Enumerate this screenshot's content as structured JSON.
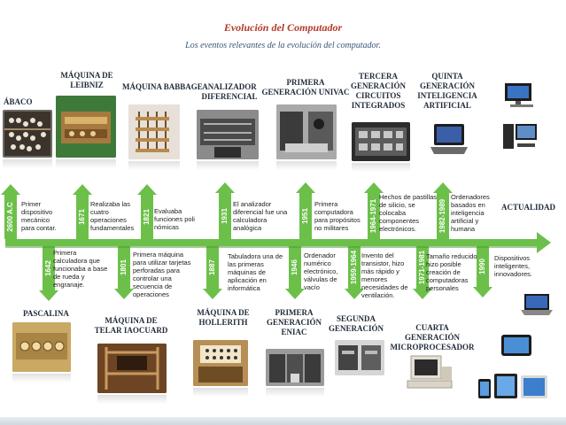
{
  "header": {
    "title": "Evolución del Computador",
    "subtitle": "Los eventos relevantes de la evolución del computador."
  },
  "colors": {
    "accent": "#6cc04a",
    "accent_dark": "#4a9a30",
    "title": "#b33a2a",
    "subtitle": "#3a5676"
  },
  "top_items": [
    {
      "heading": "ÁBACO",
      "year": "2600 A.C",
      "desc": "Primer dispositivo mecánico para contar."
    },
    {
      "heading": "MÁQUINA DE LEIBNIZ",
      "year": "1671",
      "desc": "Realizaba las cuatro operaciones fundamentales"
    },
    {
      "heading": "MÁQUINA BABBAGE",
      "year": "1821",
      "desc": "Evaluaba funciones poli nómicas"
    },
    {
      "heading": "ANALIZADOR DIFERENCIAL",
      "year": "1931",
      "desc": "El analizador diferencial fue una calculadora analógica"
    },
    {
      "heading": "PRIMERA GENERACIÓN UNIVAC",
      "year": "1951",
      "desc": "Primera computadora para propósitos no militares"
    },
    {
      "heading": "TERCERA GENERACIÓN CIRCUITOS INTEGRADOS",
      "year": "1964-1971",
      "desc": "Hechos de pastillas de silicio, se colocaba componentes electrónicos."
    },
    {
      "heading": "QUINTA GENERACIÓN INTELIGENCIA ARTIFICIAL",
      "year": "1982-1989",
      "desc": "Ordenadores basados en inteligencia artificial y humana"
    },
    {
      "heading": "ACTUALIDAD",
      "year": "",
      "desc": ""
    }
  ],
  "bottom_items": [
    {
      "heading": "PASCALINA",
      "year": "1642",
      "desc": "Primera calculadora que funcionaba a base de rueda y engranaje."
    },
    {
      "heading": "MÁQUINA DE TELAR IAOCUARD",
      "year": "1801",
      "desc": "Primera máquina para utilizar tarjetas perforadas para controlar una secuencia de operaciones"
    },
    {
      "heading": "MÁQUINA DE HOLLERITH",
      "year": "1887",
      "desc": "Tabuladora una de las primeras máquinas de aplicación en informática"
    },
    {
      "heading": "PRIMERA GENERACIÓN ENIAC",
      "year": "1946",
      "desc": "Ordenador numérico electrónico, válvulas de vacío"
    },
    {
      "heading": "SEGUNDA GENERACIÓN",
      "year": "1959-1964",
      "desc": "Invento del transistor, hizo más rápido y menores necesidades de ventilación."
    },
    {
      "heading": "CUARTA GENERACIÓN MICROPROCESADOR",
      "year": "1971-1981",
      "desc": "Tamaño reducido hizo posible creación de computadoras personales"
    },
    {
      "heading": "",
      "year": "1990",
      "desc": "Dispositivos inteligentes, innovadores."
    }
  ]
}
